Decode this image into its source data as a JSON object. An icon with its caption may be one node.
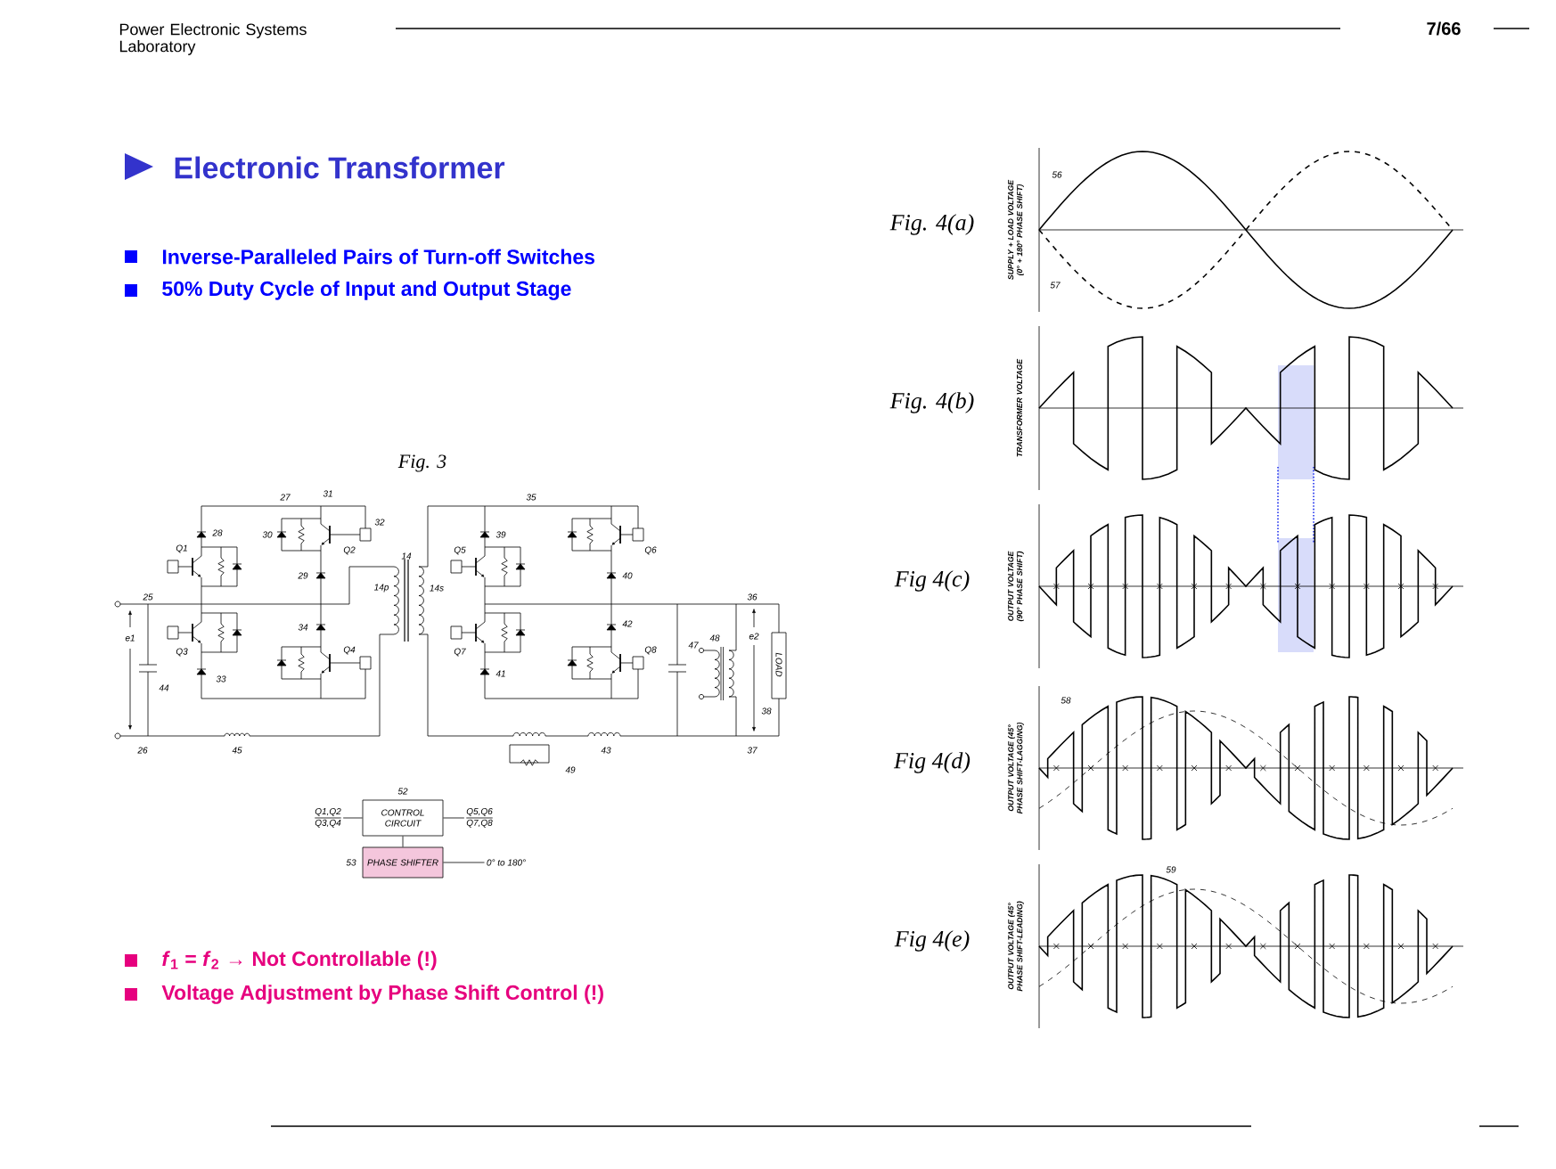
{
  "diagram": {
    "title": "Electronic Transformer",
    "nodes": [
      {
        "text": [
          "CONTROL CIRCUIT"
        ],
        "beside": [
          "52"
        ]
      },
      {
        "text": [
          "PHASE SHIFTER"
        ],
        "beside": [
          "53"
        ]
      },
      {
        "text": [
          "Q1,Q2",
          "Q3,Q4"
        ]
      },
      {
        "text": [
          "Q5,Q6",
          "Q7,Q8"
        ]
      },
      {
        "text": [
          "0° to 180°"
        ]
      }
    ],
    "edges": [
      {
        "from": 2,
        "to": 0,
        "arrow": "none"
      },
      {
        "from": 0,
        "to": 3,
        "arrow": "none"
      },
      {
        "from": 0,
        "to": 1,
        "arrow": "none"
      },
      {
        "from": 1,
        "to": 4,
        "arrow": "none"
      }
    ],
    "labels": [
      "Power Electronic Systems Laboratory",
      "7/66",
      "Inverse-Paralleled Pairs of Turn-off Switches",
      "50% Duty Cycle of Input and Output Stage",
      "Fig. 3",
      "27",
      "31",
      "30",
      "32",
      "28",
      "Q1",
      "Q2",
      "29",
      "14",
      "14p",
      "14s",
      "25",
      "e1",
      "Q3",
      "34",
      "Q4",
      "33",
      "44",
      "26",
      "45",
      "35",
      "39",
      "Q5",
      "Q6",
      "40",
      "Q7",
      "42",
      "Q8",
      "41",
      "47",
      "36",
      "e2",
      "48",
      "LOAD",
      "38",
      "37",
      "43",
      "49",
      "Fig. 4(a)",
      "SUPPLY + LOAD VOLTAGE (0° + 180° PHASE SHIFT)",
      "56",
      "57",
      "Fig. 4(b)",
      "TRANSFORMER VOLTAGE",
      "Fig 4(c)",
      "OUTPUT VOLTAGE (90° PHASE SHIFT)",
      "Fig 4(d)",
      "OUTPUT VOLTAGE (45° PHASE SHIFT-LAGGING)",
      "58",
      "Fig 4(e)",
      "OUTPUT VOLTAGE (45° PHASE SHIFT-LEADING)",
      "59",
      "*f*$_{1}$ = *f*$_{2}$ → Not Controllable (!)",
      "Voltage Adjustment by Phase Shift Control (!)"
    ]
  }
}
